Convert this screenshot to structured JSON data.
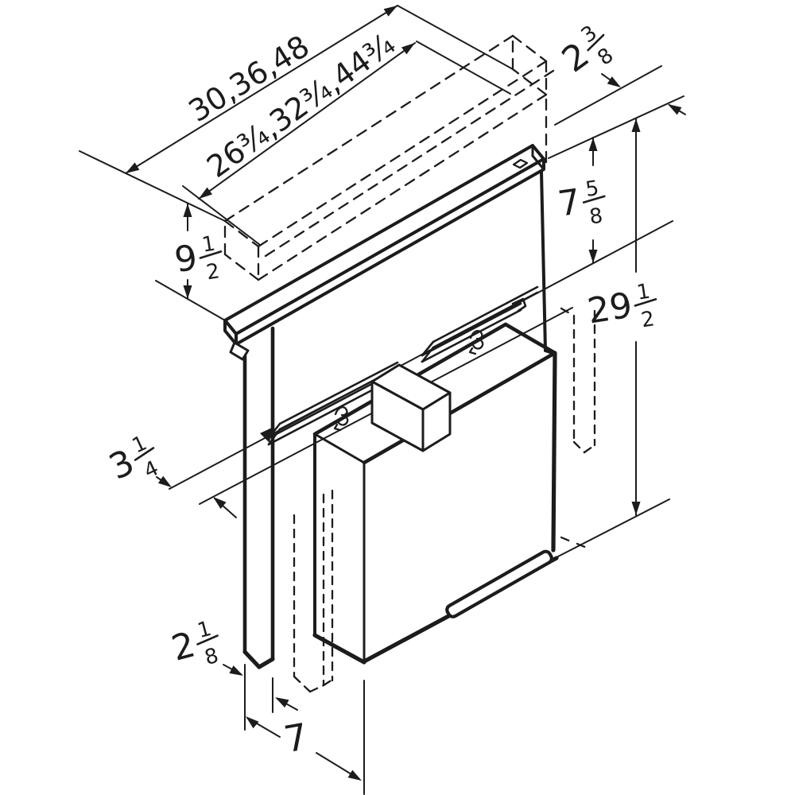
{
  "diagram": {
    "ink_color": "#1c1c1c",
    "background_color": "#ffffff",
    "labels": {
      "width_options": "30,36,48",
      "cutout_width_options": "26¾,32¾,44¾",
      "cap_depth": {
        "whole": "2",
        "num": "3",
        "den": "8"
      },
      "raised_cap_height": {
        "whole": "7",
        "num": "5",
        "den": "8"
      },
      "overall_height": {
        "whole": "29",
        "num": "1",
        "den": "2"
      },
      "upper_section_height": {
        "whole": "9",
        "num": "1",
        "den": "2"
      },
      "countertop_thickness": {
        "whole": "3",
        "num": "1",
        "den": "4"
      },
      "front_clearance": {
        "whole": "2",
        "num": "1",
        "den": "8"
      },
      "base_depth": "7"
    }
  }
}
